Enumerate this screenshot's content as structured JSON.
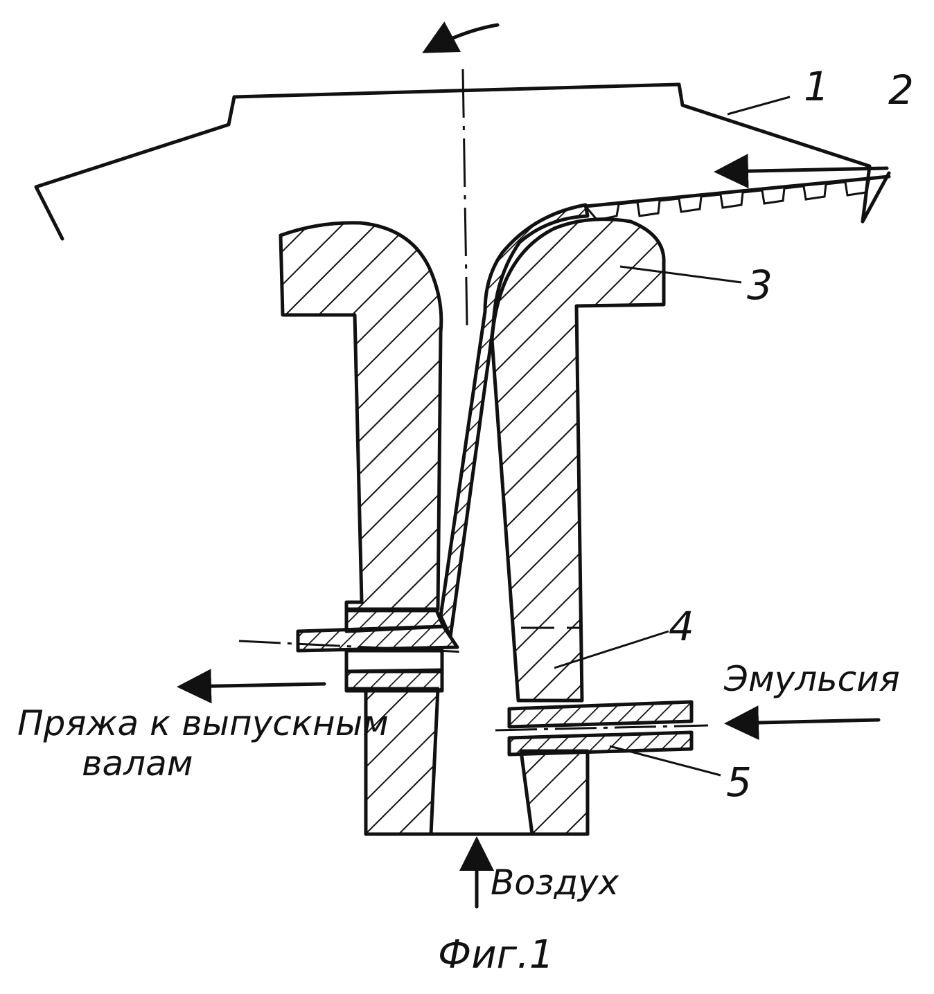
{
  "labels": {
    "part1": "1",
    "part2": "2",
    "part3": "3",
    "part4": "4",
    "part5": "5",
    "emulsion": "Эмульсия",
    "yarn_line1": "Пряжа к выпускным",
    "yarn_line2": "валам",
    "air": "Воздух",
    "figure": "Фиг.1"
  },
  "colors": {
    "ink": "#111111",
    "paper": "#ffffff"
  }
}
